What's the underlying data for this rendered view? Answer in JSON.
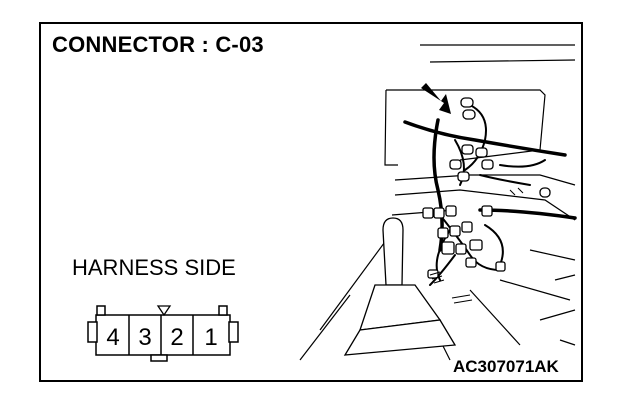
{
  "title": "CONNECTOR : C-03",
  "harness_label": "HARNESS SIDE",
  "figure_code": "AC307071AK",
  "connector": {
    "pins": [
      "4",
      "3",
      "2",
      "1"
    ]
  },
  "icons": {
    "pointer": "arrow-pointer-icon",
    "key_mark": "triangle-key-icon"
  }
}
